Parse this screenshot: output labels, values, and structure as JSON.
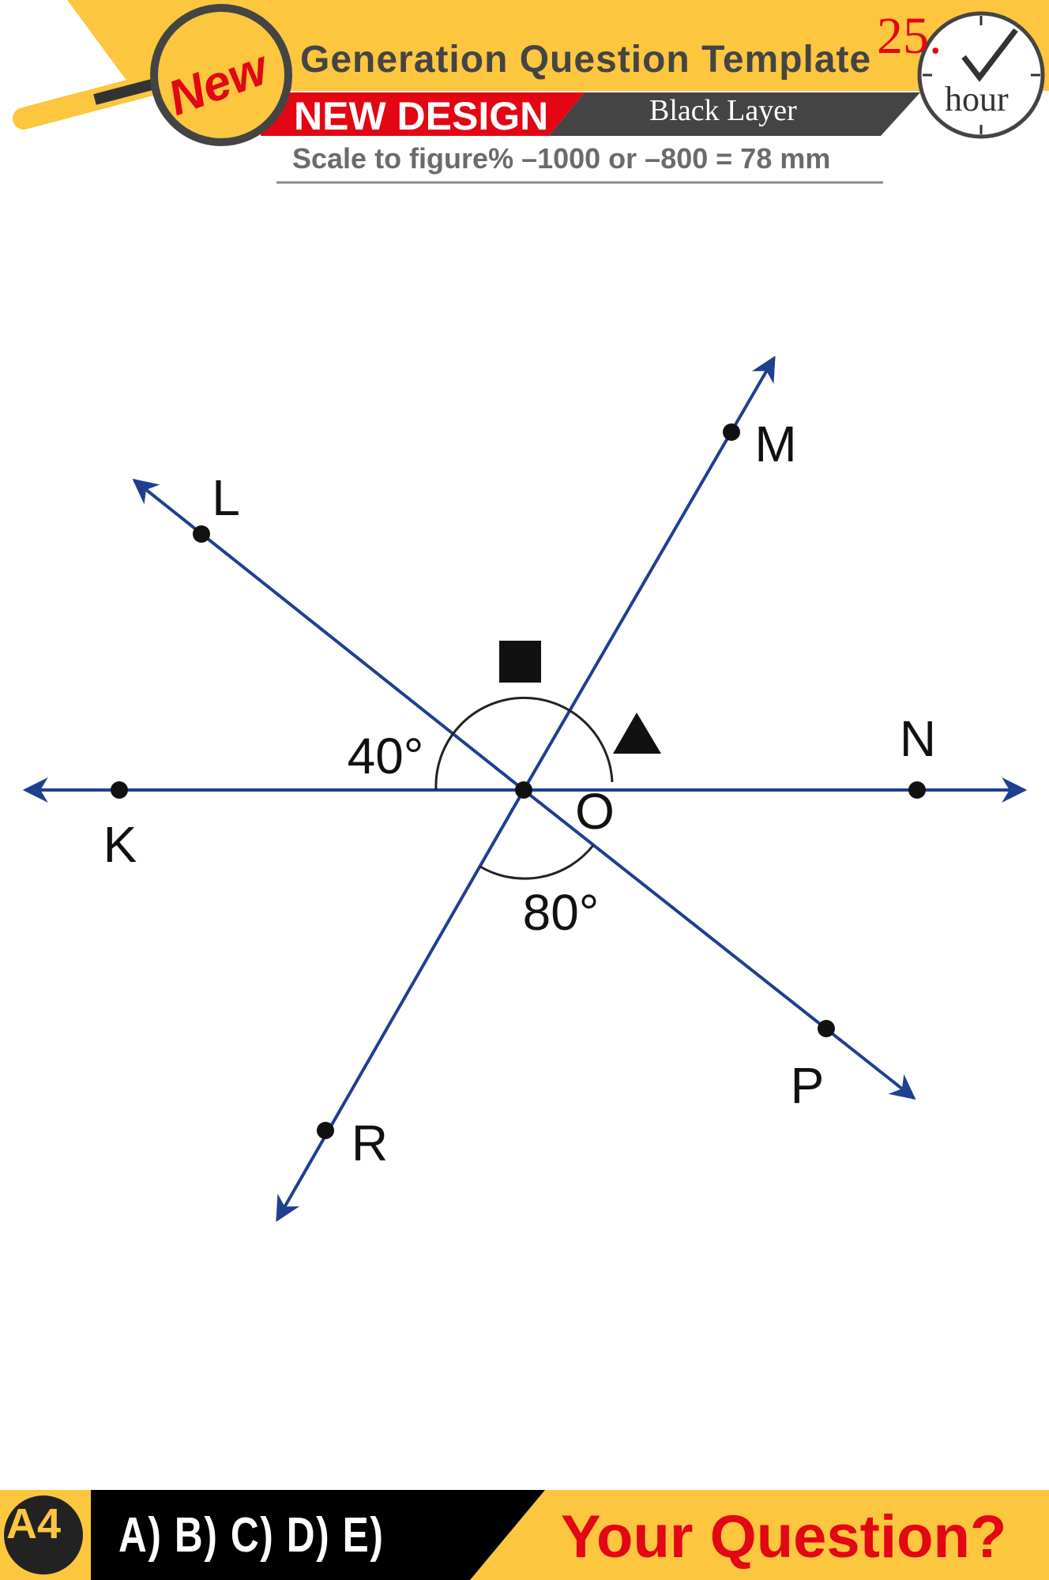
{
  "header": {
    "title": "Generation Question Template",
    "badge": "New",
    "design": "NEW DESIGN",
    "layer": "Black Layer",
    "scale": "Scale to figure% –1000 or –800 = 78 mm",
    "number": "25.",
    "hour": "hour"
  },
  "figure": {
    "points": {
      "K": "K",
      "L": "L",
      "M": "M",
      "N": "N",
      "O": "O",
      "P": "P",
      "R": "R"
    },
    "angle_left": "40°",
    "angle_bottom": "80°",
    "line_color": "#1f3f8f"
  },
  "footer": {
    "logo": "A4",
    "options": "A) B) C) D) E)",
    "question": "Your Question?"
  },
  "colors": {
    "yellow": "#fcc63f",
    "red": "#e30613",
    "dark": "#444444"
  }
}
